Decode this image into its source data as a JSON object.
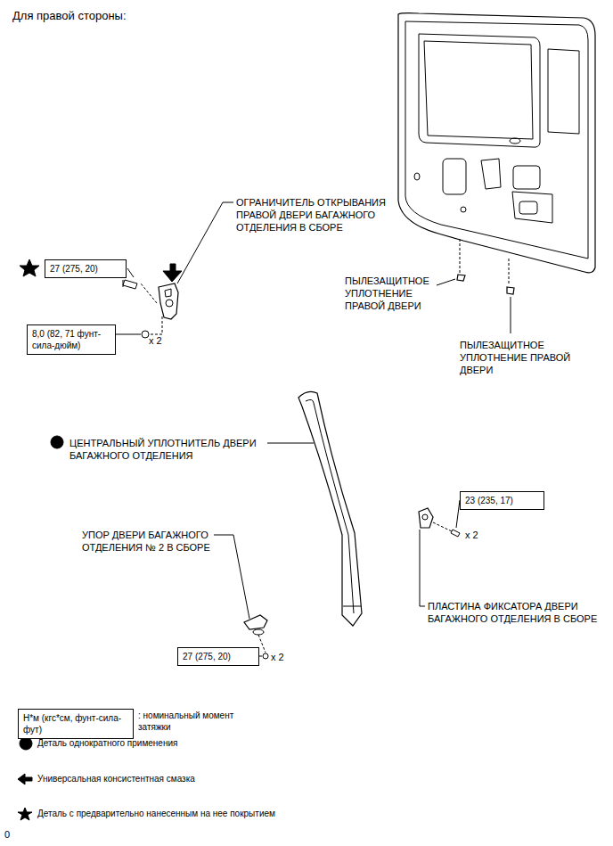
{
  "diagram": {
    "title": "Для правой стороны:",
    "nodes": [
      {
        "text": [
          "27 (275, 20)"
        ]
      },
      {
        "text": [
          "8,0 (82, 71 фунт-сила-дюйм)"
        ]
      },
      {
        "text": [
          "23 (235, 17)"
        ]
      },
      {
        "text": [
          "27 (275, 20)"
        ]
      },
      {
        "text": [
          "Н*м (кгс*см, фунт-сила-фут)"
        ]
      }
    ],
    "labels": [
      "ОГРАНИЧИТЕЛЬ ОТКРЫВАНИЯ ПРАВОЙ ДВЕРИ БАГАЖНОГО ОТДЕЛЕНИЯ В СБОРЕ",
      "x 2",
      "ПЫЛЕЗАЩИТНОЕ УПЛОТНЕНИЕ ПРАВОЙ ДВЕРИ",
      "ПЫЛЕЗАЩИТНОЕ УПЛОТНЕНИЕ ПРАВОЙ ДВЕРИ",
      "ЦЕНТРАЛЬНЫЙ УПЛОТНИТЕЛЬ ДВЕРИ БАГАЖНОГО ОТДЕЛЕНИЯ",
      "x 2",
      "УПОР ДВЕРИ БАГАЖНОГО ОТДЕЛЕНИЯ № 2 В СБОРЕ",
      "ПЛАСТИНА ФИКСАТОРА ДВЕРИ БАГАЖНОГО ОТДЕЛЕНИЯ В СБОРЕ",
      "x 2",
      "0"
    ],
    "legend": [
      {
        "text": ": номинальный момент затяжки"
      },
      {
        "text": "Деталь однократного применения"
      },
      {
        "text": "Универсальная консистентная смазка"
      },
      {
        "text": "Деталь с предварительно нанесенным на нее покрытием"
      }
    ]
  }
}
